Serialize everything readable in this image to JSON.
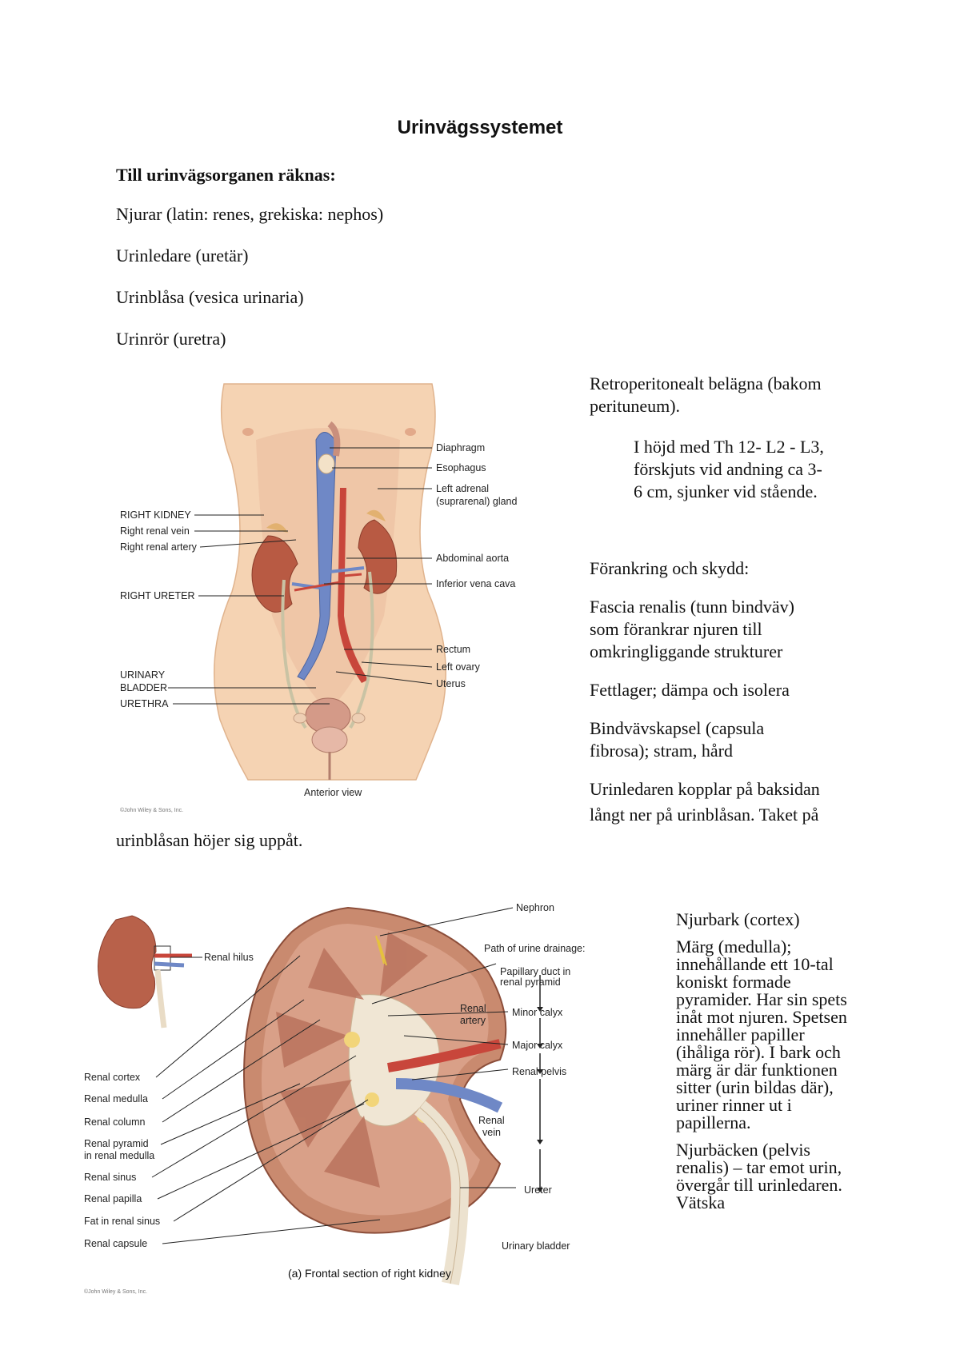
{
  "title": "Urinvägssystemet",
  "intro": {
    "heading": "Till urinvägsorganen räknas:",
    "organs": [
      "Njurar (latin: renes, grekiska: nephos)",
      "Urinledare (uretär)",
      "Urinblåsa (vesica urinaria)",
      "Urinrör (uretra)"
    ]
  },
  "figure1": {
    "labels_left": [
      "RIGHT KIDNEY",
      "Right renal vein",
      "Right renal artery",
      "RIGHT URETER",
      "URINARY",
      "BLADDER",
      "URETHRA"
    ],
    "labels_right": [
      "Diaphragm",
      "Esophagus",
      "Left adrenal",
      "(suprarenal) gland",
      "Abdominal aorta",
      "Inferior vena cava",
      "Rectum",
      "Left ovary",
      "Uterus"
    ],
    "caption": "Anterior view",
    "copyright": "©John Wiley & Sons, Inc."
  },
  "side1": {
    "line1a": "Retroperitonealt belägna (bakom",
    "line1b": "perituneum).",
    "line2a": "I höjd med Th 12- L2 - L3,",
    "line2b": "förskjuts vid andning ca 3-",
    "line2c": "6 cm, sjunker vid stående.",
    "anchoring_heading": "Förankring och skydd:",
    "fascia_a": "Fascia renalis (tunn bindväv)",
    "fascia_b": "som förankrar njuren till",
    "fascia_c": "omkringliggande strukturer",
    "fat": "Fettlager; dämpa och isolera",
    "capsule_a": "Bindvävskapsel (capsula",
    "capsule_b": "fibrosa); stram, hård",
    "ureter_a": "Urinledaren kopplar på baksidan",
    "ureter_b": "långt ner på urinblåsan. Taket på"
  },
  "continuation": "urinblåsan höjer sig uppåt.",
  "figure2": {
    "labels_left": [
      "Renal cortex",
      "Renal medulla",
      "Renal column",
      "Renal pyramid",
      "in renal medulla",
      "Renal sinus",
      "Renal papilla",
      "Fat in renal sinus",
      "Renal capsule"
    ],
    "label_hilus": "Renal hilus",
    "label_nephron": "Nephron",
    "path_title": "Path of urine drainage:",
    "path_steps": [
      "Papillary duct in",
      "renal pyramid",
      "Minor calyx",
      "Major calyx",
      "Renal pelvis",
      "Ureter",
      "Urinary bladder"
    ],
    "label_artery": [
      "Renal",
      "artery"
    ],
    "label_vein": [
      "Renal",
      "vein"
    ],
    "caption": "(a) Frontal section of right kidney",
    "copyright": "©John Wiley & Sons, Inc."
  },
  "side2": {
    "cortex": "Njurbark (cortex)",
    "medulla": "Märg (medulla); innehållande ett 10-tal koniskt formade pyramider. Har sin spets inåt mot njuren. Spetsen innehåller papiller (ihåliga rör). I bark och märg är där funktionen sitter (urin bildas där), uriner rinner ut i papillerna.",
    "pelvis": "Njurbäcken (pelvis renalis) – tar emot urin, övergår till urinledaren. Vätska"
  }
}
